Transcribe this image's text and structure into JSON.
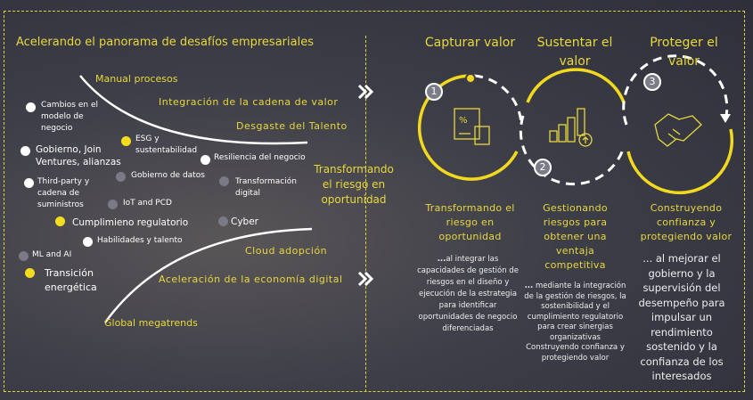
{
  "left": {
    "title": "Acelerando el panorama de desafíos empresariales",
    "top_labels": [
      "Manual procesos",
      "Integración  de la cadena de valor",
      "Desgaste  del Talento"
    ],
    "bottom_labels": [
      "Cloud  adopción",
      "Aceleración  de la economía  digital",
      "Global megatrends"
    ],
    "center_label": "Transformando el riesgo en oportunidad",
    "items": [
      {
        "label": "Cambios en el modelo de negocio",
        "color": "white"
      },
      {
        "label": "ESG y sustentabilidad",
        "color": "yellow"
      },
      {
        "label": "Gobierno, Join Ventures, alianzas",
        "color": "white"
      },
      {
        "label": "Resiliencia del negocio",
        "color": "white"
      },
      {
        "label": "Gobierno de datos",
        "color": "gray"
      },
      {
        "label": "Third-party y cadena de suministros",
        "color": "white"
      },
      {
        "label": "Transformación digital",
        "color": "gray"
      },
      {
        "label": "IoT and PCD",
        "color": "gray"
      },
      {
        "label": "Cumplimieno  regulatorio",
        "color": "yellow"
      },
      {
        "label": "Cyber",
        "color": "gray"
      },
      {
        "label": "Habilidades y talento",
        "color": "white"
      },
      {
        "label": "ML and AI",
        "color": "gray"
      },
      {
        "label": "Transición energética",
        "color": "yellow"
      }
    ]
  },
  "right": {
    "columns": [
      {
        "title": "Capturar valor",
        "number": "1",
        "icon": "finance-document-calculator-icon",
        "subtitle": "Transformando  el riesgo  en oportunidad",
        "description_lead": "...",
        "description": "al integrar las capacidades de gestión de riesgos en el diseño y ejecución de la estrategia para identificar oportunidades de negocio diferenciadas"
      },
      {
        "title": "Sustentar el valor",
        "number": "2",
        "icon": "bar-chart-growth-icon",
        "subtitle": "Gestionando riesgos para obtener una ventaja competitiva",
        "description_lead": "...",
        "description": " mediante la integración de la gestión de riesgos, la sostenibilidad y el cumplimiento regulatorio para crear sinergias organizativas Construyendo confianza y protegiendo valor"
      },
      {
        "title": "Proteger el valor",
        "number": "3",
        "icon": "handshake-icon",
        "subtitle": "Construyendo confianza  y protegiendo  valor",
        "description_lead": "",
        "description": "... al mejorar el gobierno y la supervisión  del desempeño para impulsar un rendimiento sostenido y la confianza de los interesados"
      }
    ]
  },
  "colors": {
    "accent": "#e8d83c",
    "dot_yellow": "#f5dc1c",
    "dot_gray": "#7a7a86"
  }
}
